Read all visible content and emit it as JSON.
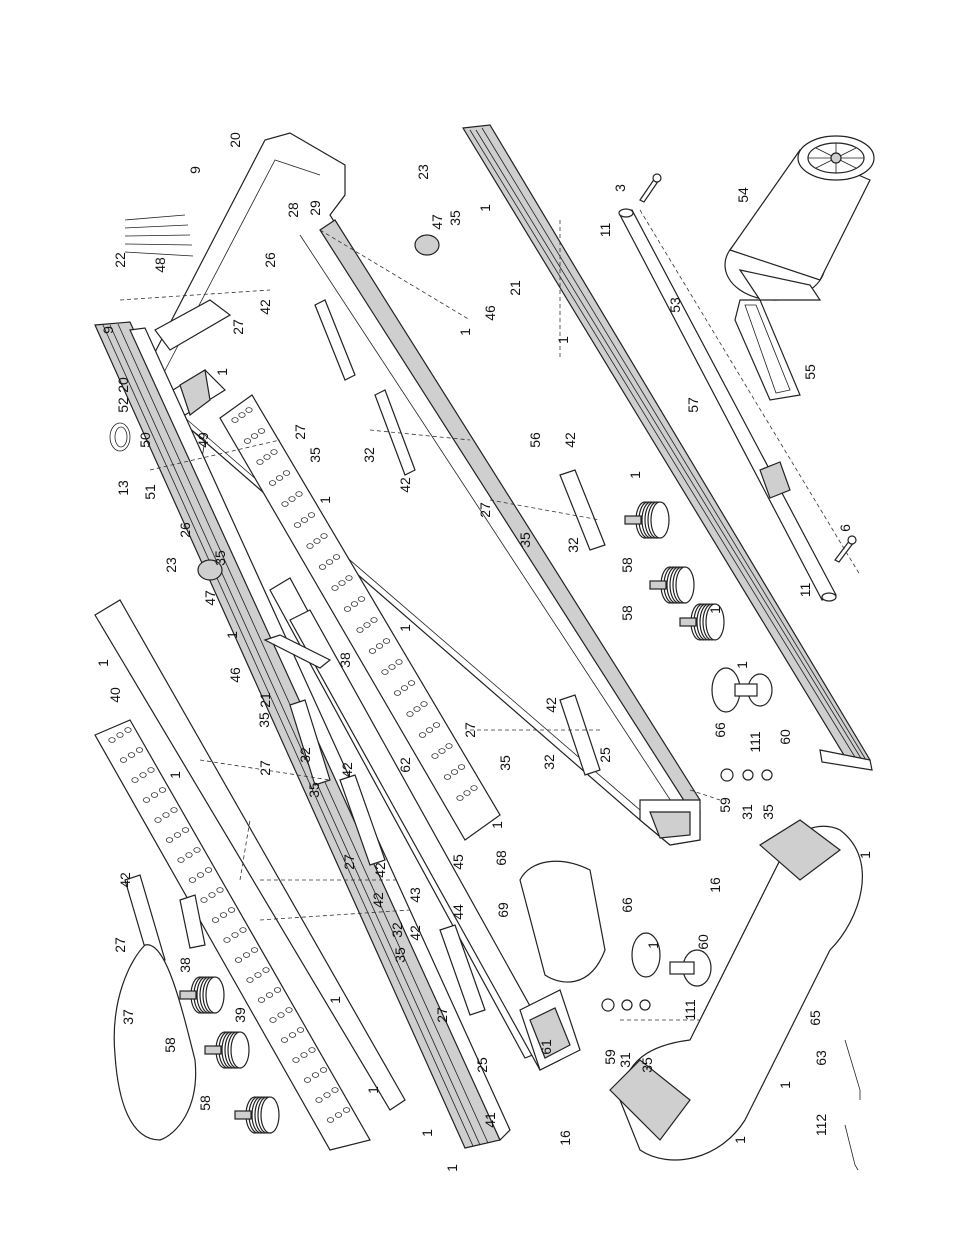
{
  "part_numbers": [
    {
      "id": "l20a",
      "text": "20"
    },
    {
      "id": "l9a",
      "text": "9"
    },
    {
      "id": "l48",
      "text": "48"
    },
    {
      "id": "l22",
      "text": "22"
    },
    {
      "id": "l9b",
      "text": "9"
    },
    {
      "id": "l20b",
      "text": "20"
    },
    {
      "id": "l52",
      "text": "52"
    },
    {
      "id": "l28",
      "text": "28"
    },
    {
      "id": "l29",
      "text": "29"
    },
    {
      "id": "l26a",
      "text": "26"
    },
    {
      "id": "l42a",
      "text": "42"
    },
    {
      "id": "l27a",
      "text": "27"
    },
    {
      "id": "l1a",
      "text": "1"
    },
    {
      "id": "l23a",
      "text": "23"
    },
    {
      "id": "l47a",
      "text": "47"
    },
    {
      "id": "l35a",
      "text": "35"
    },
    {
      "id": "l1b",
      "text": "1"
    },
    {
      "id": "l21a",
      "text": "21"
    },
    {
      "id": "l46a",
      "text": "46"
    },
    {
      "id": "l1c",
      "text": "1"
    },
    {
      "id": "l3",
      "text": "3"
    },
    {
      "id": "l11a",
      "text": "11"
    },
    {
      "id": "l54",
      "text": "54"
    },
    {
      "id": "l53",
      "text": "53"
    },
    {
      "id": "l55",
      "text": "55"
    },
    {
      "id": "l1d",
      "text": "1"
    },
    {
      "id": "l57",
      "text": "57"
    },
    {
      "id": "l50",
      "text": "50"
    },
    {
      "id": "l49",
      "text": "49"
    },
    {
      "id": "l13",
      "text": "13"
    },
    {
      "id": "l51",
      "text": "51"
    },
    {
      "id": "l26b",
      "text": "26"
    },
    {
      "id": "l27b",
      "text": "27"
    },
    {
      "id": "l35b",
      "text": "35"
    },
    {
      "id": "l32a",
      "text": "32"
    },
    {
      "id": "l42b",
      "text": "42"
    },
    {
      "id": "l1e",
      "text": "1"
    },
    {
      "id": "l56",
      "text": "56"
    },
    {
      "id": "l42c",
      "text": "42"
    },
    {
      "id": "l1f",
      "text": "1"
    },
    {
      "id": "l27c",
      "text": "27"
    },
    {
      "id": "l35c",
      "text": "35"
    },
    {
      "id": "l32b",
      "text": "32"
    },
    {
      "id": "l58a",
      "text": "58"
    },
    {
      "id": "l6",
      "text": "6"
    },
    {
      "id": "l11b",
      "text": "11"
    },
    {
      "id": "l23b",
      "text": "23"
    },
    {
      "id": "l35d",
      "text": "35"
    },
    {
      "id": "l47b",
      "text": "47"
    },
    {
      "id": "l1g",
      "text": "1"
    },
    {
      "id": "l46b",
      "text": "46"
    },
    {
      "id": "l21b",
      "text": "21"
    },
    {
      "id": "l1h",
      "text": "1"
    },
    {
      "id": "l38a",
      "text": "38"
    },
    {
      "id": "l58b",
      "text": "58"
    },
    {
      "id": "l1i",
      "text": "1"
    },
    {
      "id": "l1j",
      "text": "1"
    },
    {
      "id": "l40",
      "text": "40"
    },
    {
      "id": "l1k",
      "text": "1"
    },
    {
      "id": "l35e",
      "text": "35"
    },
    {
      "id": "l32c",
      "text": "32"
    },
    {
      "id": "l27d",
      "text": "27"
    },
    {
      "id": "l42d",
      "text": "42"
    },
    {
      "id": "l35f",
      "text": "35"
    },
    {
      "id": "l62",
      "text": "62"
    },
    {
      "id": "l27e",
      "text": "27"
    },
    {
      "id": "l42e",
      "text": "42"
    },
    {
      "id": "l35g",
      "text": "35"
    },
    {
      "id": "l32d",
      "text": "32"
    },
    {
      "id": "l66a",
      "text": "66"
    },
    {
      "id": "l111a",
      "text": "111"
    },
    {
      "id": "l60a",
      "text": "60"
    },
    {
      "id": "l1l",
      "text": "1"
    },
    {
      "id": "l27f",
      "text": "27"
    },
    {
      "id": "l1m",
      "text": "1"
    },
    {
      "id": "l25a",
      "text": "25"
    },
    {
      "id": "l59a",
      "text": "59"
    },
    {
      "id": "l31a",
      "text": "31"
    },
    {
      "id": "l35h",
      "text": "35"
    },
    {
      "id": "l42f",
      "text": "42"
    },
    {
      "id": "l68",
      "text": "68"
    },
    {
      "id": "l45",
      "text": "45"
    },
    {
      "id": "l42g",
      "text": "42"
    },
    {
      "id": "l43",
      "text": "43"
    },
    {
      "id": "l32e",
      "text": "32"
    },
    {
      "id": "l42h",
      "text": "42"
    },
    {
      "id": "l44",
      "text": "44"
    },
    {
      "id": "l35i",
      "text": "35"
    },
    {
      "id": "l27g",
      "text": "27"
    },
    {
      "id": "l69",
      "text": "69"
    },
    {
      "id": "l16a",
      "text": "16"
    },
    {
      "id": "l1n",
      "text": "1"
    },
    {
      "id": "l1o",
      "text": "1"
    },
    {
      "id": "l66b",
      "text": "66"
    },
    {
      "id": "l60b",
      "text": "60"
    },
    {
      "id": "l111b",
      "text": "111"
    },
    {
      "id": "l61",
      "text": "61"
    },
    {
      "id": "l59b",
      "text": "59"
    },
    {
      "id": "l31b",
      "text": "31"
    },
    {
      "id": "l35j",
      "text": "35"
    },
    {
      "id": "l25b",
      "text": "25"
    },
    {
      "id": "l16b",
      "text": "16"
    },
    {
      "id": "l65",
      "text": "65"
    },
    {
      "id": "l63",
      "text": "63"
    },
    {
      "id": "l112",
      "text": "112"
    },
    {
      "id": "l1p",
      "text": "1"
    },
    {
      "id": "l1q",
      "text": "1"
    },
    {
      "id": "l42i",
      "text": "42"
    },
    {
      "id": "l27h",
      "text": "27"
    },
    {
      "id": "l38b",
      "text": "38"
    },
    {
      "id": "l37",
      "text": "37"
    },
    {
      "id": "l58c",
      "text": "58"
    },
    {
      "id": "l39",
      "text": "39"
    },
    {
      "id": "l1r",
      "text": "1"
    },
    {
      "id": "l1s",
      "text": "1"
    },
    {
      "id": "l58d",
      "text": "58"
    },
    {
      "id": "l1t",
      "text": "1"
    },
    {
      "id": "l41",
      "text": "41"
    },
    {
      "id": "l1u",
      "text": "1"
    }
  ]
}
